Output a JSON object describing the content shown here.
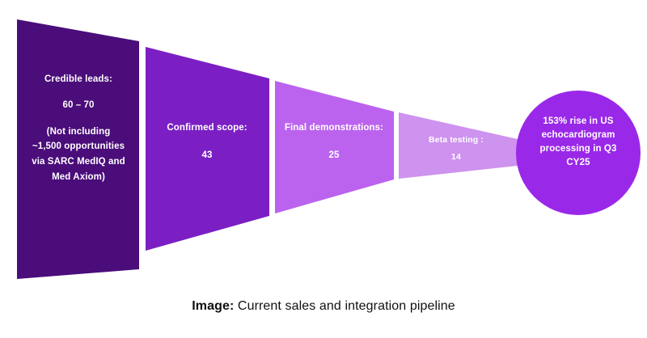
{
  "chart_data": {
    "type": "funnel",
    "title": "Current sales and integration pipeline",
    "stages": [
      {
        "label": "Credible leads:",
        "value": "60 – 70",
        "note": "(Not including ~1,500 opportunities via SARC MedIQ and Med Axiom)",
        "color": "#4A0D7A"
      },
      {
        "label": "Confirmed scope:",
        "value": "43",
        "color": "#7B1FC4"
      },
      {
        "label": "Final demonstrations:",
        "value": "25",
        "color": "#BB63EE"
      },
      {
        "label": "Beta testing :",
        "value": "14",
        "color": "#CE92EF"
      }
    ],
    "callout": {
      "text": "153% rise in US echocardiogram processing in Q3 CY25",
      "color": "#9A28E8"
    }
  },
  "funnel": {
    "stage1": {
      "title": "Credible leads:",
      "value": "60 – 70",
      "note_line1": "(Not including",
      "note_line2": "~1,500 opportunities",
      "note_line3": "via SARC MedIQ and",
      "note_line4": "Med Axiom)"
    },
    "stage2": {
      "title": "Confirmed scope:",
      "value": "43"
    },
    "stage3": {
      "title": "Final demonstrations:",
      "value": "25"
    },
    "stage4": {
      "title": "Beta testing :",
      "value": "14"
    },
    "callout": {
      "line1": "153% rise in US",
      "line2": "echocardiogram",
      "line3": "processing in Q3",
      "line4": "CY25"
    }
  },
  "caption": {
    "prefix": "Image:",
    "text": " Current sales and integration pipeline"
  },
  "colors": {
    "stage1": "#4A0D7A",
    "stage2": "#7B1FC4",
    "stage3": "#BB63EE",
    "stage4": "#CE92EF",
    "callout": "#9A28E8",
    "background": "#FFFFFF",
    "label_text": "#FFFFFF",
    "caption_text": "#111111"
  }
}
